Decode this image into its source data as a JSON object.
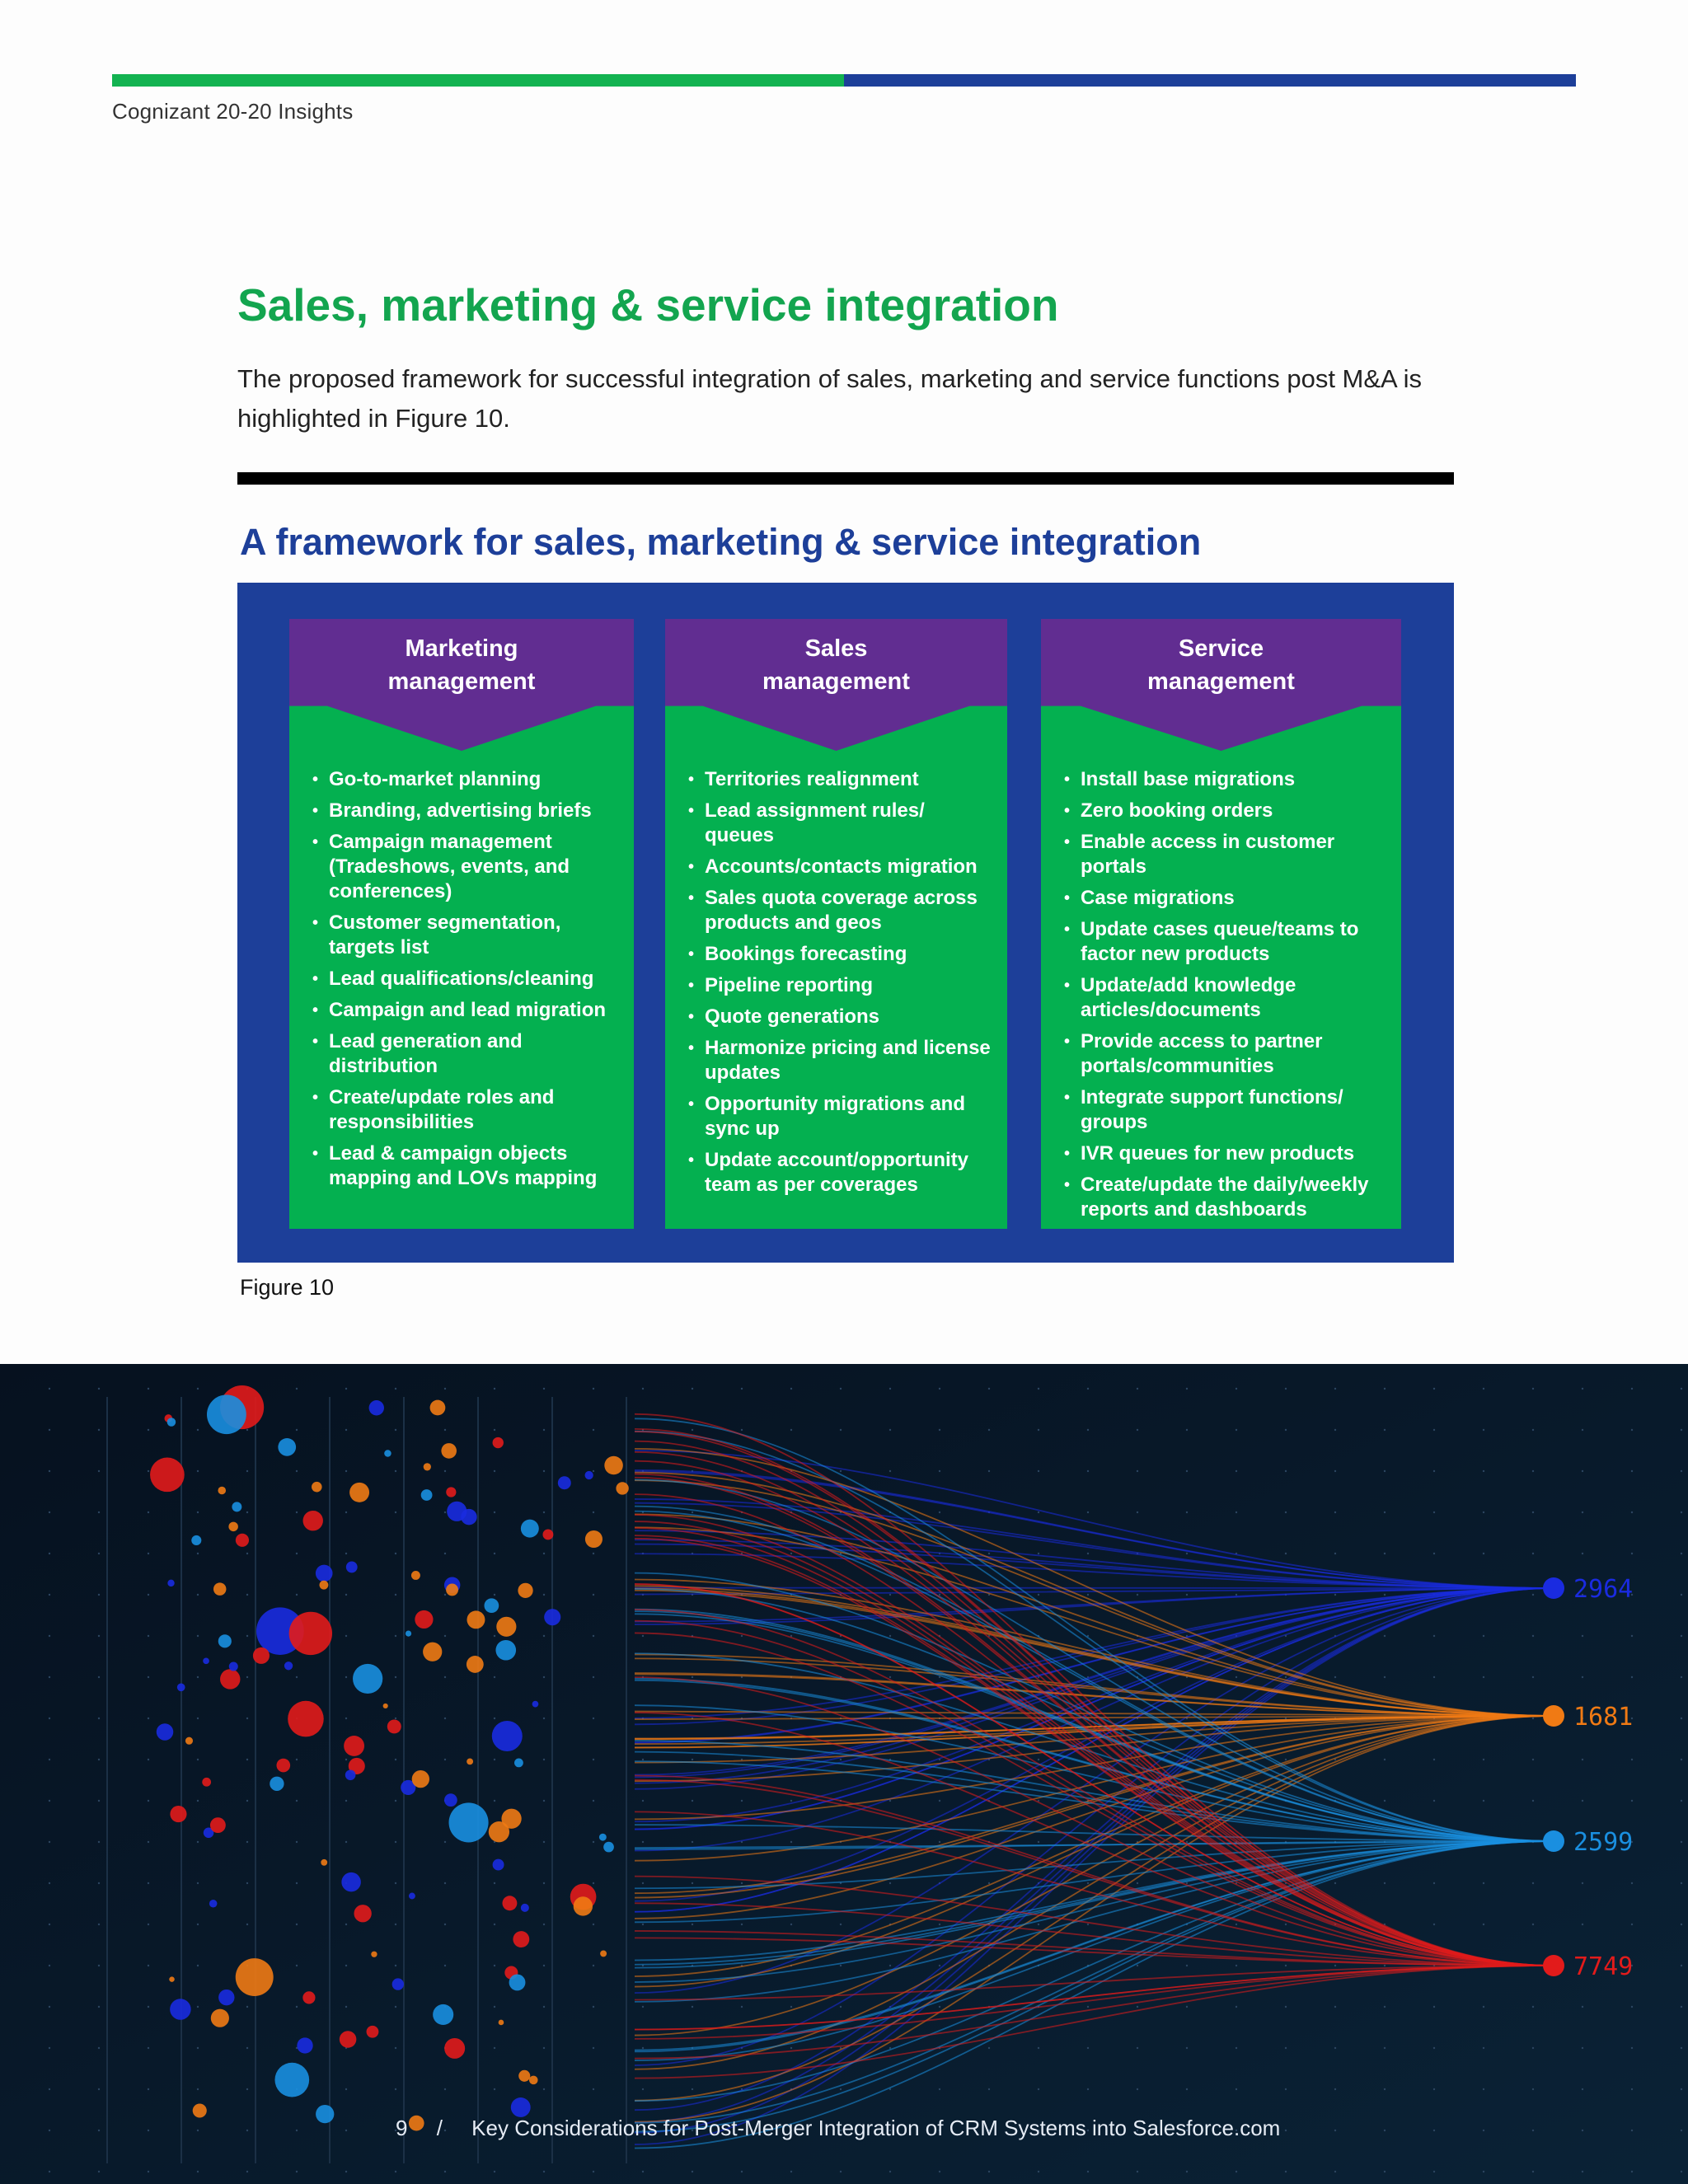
{
  "header": {
    "brand": "Cognizant 20-20 Insights"
  },
  "section": {
    "title": "Sales, marketing & service integration",
    "intro": "The proposed framework for successful integration of sales, marketing and service functions post M&A is highlighted in Figure 10."
  },
  "figure": {
    "title": "A framework for sales, marketing & service integration",
    "caption": "Figure 10",
    "columns": [
      {
        "title_line1": "Marketing",
        "title_line2": "management",
        "items": [
          "Go-to-market planning",
          "Branding, advertising briefs",
          "Campaign management (Tradeshows, events, and conferences)",
          "Customer segmentation, targets list",
          "Lead qualifications/cleaning",
          "Campaign and lead migration",
          "Lead generation and distribution",
          "Create/update roles and responsibilities",
          "Lead & campaign objects mapping and LOVs mapping"
        ]
      },
      {
        "title_line1": "Sales",
        "title_line2": "management",
        "items": [
          "Territories realignment",
          "Lead assignment rules/ queues",
          "Accounts/contacts migration",
          "Sales quota coverage across products and geos",
          "Bookings forecasting",
          "Pipeline reporting",
          "Quote generations",
          "Harmonize pricing and license updates",
          "Opportunity migrations and sync up",
          "Update account/opportunity team as per coverages"
        ]
      },
      {
        "title_line1": "Service",
        "title_line2": "management",
        "items": [
          "Install base migrations",
          "Zero booking orders",
          "Enable access in customer portals",
          "Case migrations",
          "Update cases queue/teams to factor new products",
          "Update/add knowledge articles/documents",
          "Provide access to partner portals/communities",
          "Integrate support functions/ groups",
          "IVR queues for new products",
          "Create/update the daily/weekly reports and dashboards"
        ]
      }
    ]
  },
  "visual": {
    "nodes": [
      {
        "label": "2964",
        "color": "#1a2be0"
      },
      {
        "label": "1681",
        "color": "#f07a14"
      },
      {
        "label": "2599",
        "color": "#1a8fe0"
      },
      {
        "label": "7749",
        "color": "#e21b1b"
      }
    ]
  },
  "footer": {
    "page_number": "9",
    "separator": "/",
    "doc_title": "Key Considerations for Post-Merger Integration of CRM Systems into Salesforce.com"
  }
}
